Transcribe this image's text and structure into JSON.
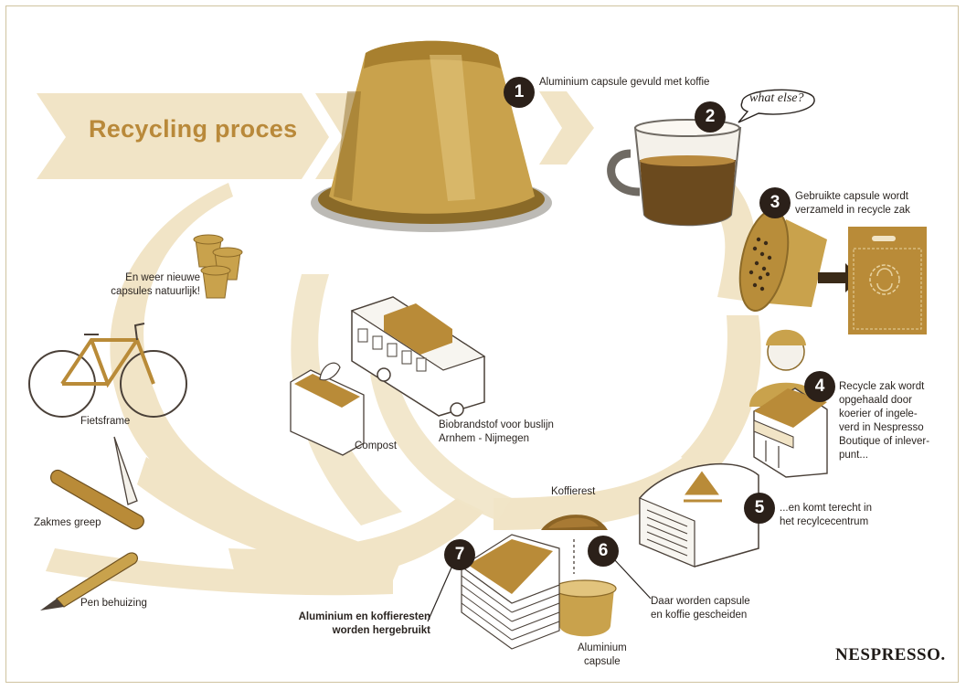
{
  "title": "Recycling proces",
  "colors": {
    "band": "#f1e4c6",
    "gold": "#b9893a",
    "dark": "#2b2019",
    "capsule": "#c9a24c"
  },
  "steps": [
    {
      "num": "1",
      "text": "Aluminium capsule gevuld met koffie"
    },
    {
      "num": "2",
      "text": "what else?"
    },
    {
      "num": "3",
      "text": "Gebruikte capsule wordt\nverzameld in recycle zak"
    },
    {
      "num": "4",
      "text": "Recycle zak wordt\nopgehaald door\nkoerier of ingele-\nverd in Nespresso\nBoutique of inlever-\npunt..."
    },
    {
      "num": "5",
      "text": "...en komt terecht in\nhet recylcecentrum"
    },
    {
      "num": "6",
      "text": "Daar worden capsule\nen koffie gescheiden"
    },
    {
      "num": "7",
      "text": "Aluminium en koffieresten\nworden hergebruikt"
    }
  ],
  "labels": {
    "koffierest": "Koffierest",
    "aluminium_capsule": "Aluminium\ncapsule",
    "biobrandstof": "Biobrandstof voor buslijn\nArnhem - Nijmegen",
    "compost": "Compost",
    "new_capsules": "En weer nieuwe\ncapsules natuurlijk!",
    "fietsframe": "Fietsframe",
    "zakmes": "Zakmes greep",
    "pen": "Pen behuizing"
  },
  "brand": "NESPRESSO."
}
